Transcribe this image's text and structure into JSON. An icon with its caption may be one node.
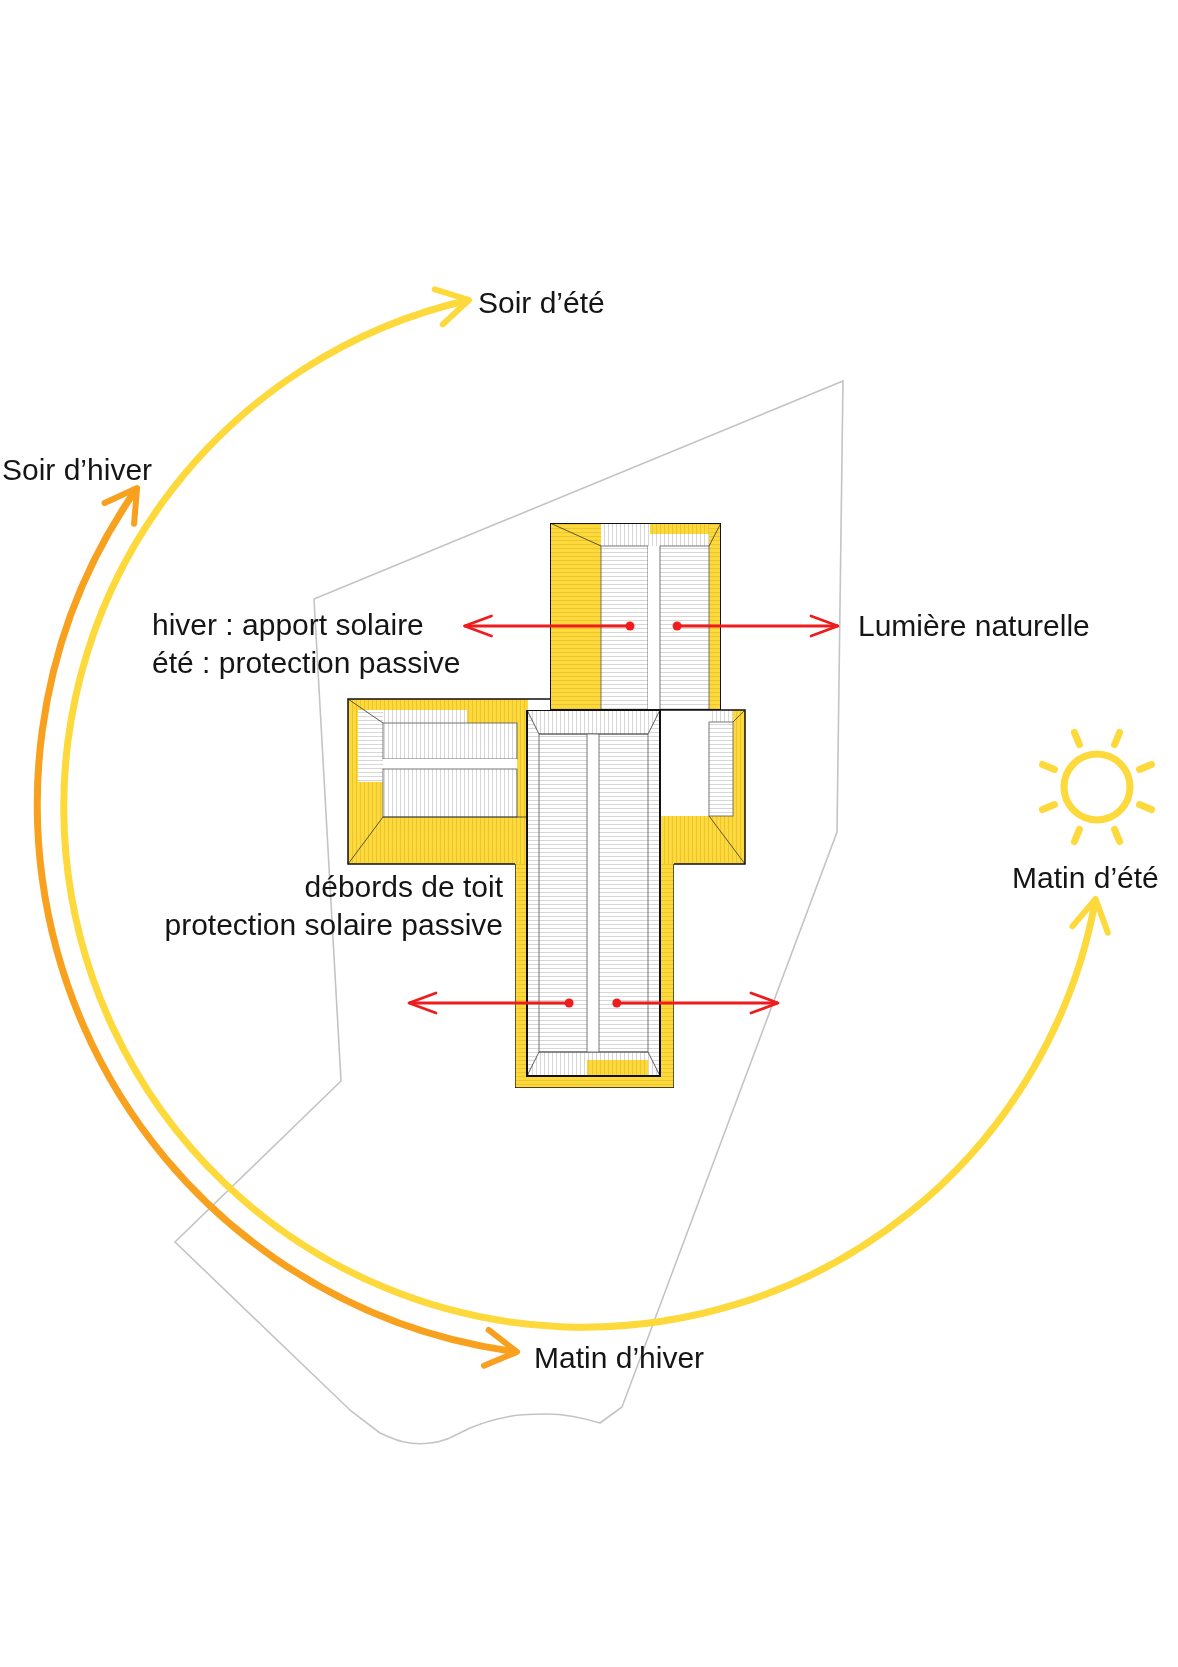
{
  "diagram": {
    "nodes": [
      {
        "text": [
          "Soir d’été"
        ]
      },
      {
        "text": [
          "Soir d’hiver"
        ]
      },
      {
        "text": [
          "hiver : apport solaire",
          "été : protection passive"
        ]
      },
      {
        "text": [],
        "shape": "box"
      },
      {
        "text": [
          "Lumière naturelle"
        ]
      },
      {
        "text": [],
        "shape": "box",
        "beside": [
          "débords de toit",
          "protection solaire passive"
        ]
      },
      {
        "text": [
          "Matin d’été"
        ]
      },
      {
        "text": [
          "Matin d’hiver"
        ]
      }
    ],
    "edges": [
      {
        "from": 6,
        "to": 0,
        "arrow": "both",
        "style": "thick",
        "color": "#fdd93b"
      },
      {
        "from": 7,
        "to": 1,
        "arrow": "both",
        "style": "thick",
        "color": "#f7a11e"
      },
      {
        "from": 3,
        "to": 2,
        "arrow": "to"
      },
      {
        "from": 3,
        "to": 4,
        "arrow": "to"
      },
      {
        "from": 5,
        "to": null,
        "arrow": "to"
      },
      {
        "from": 5,
        "to": null,
        "arrow": "to"
      }
    ]
  }
}
